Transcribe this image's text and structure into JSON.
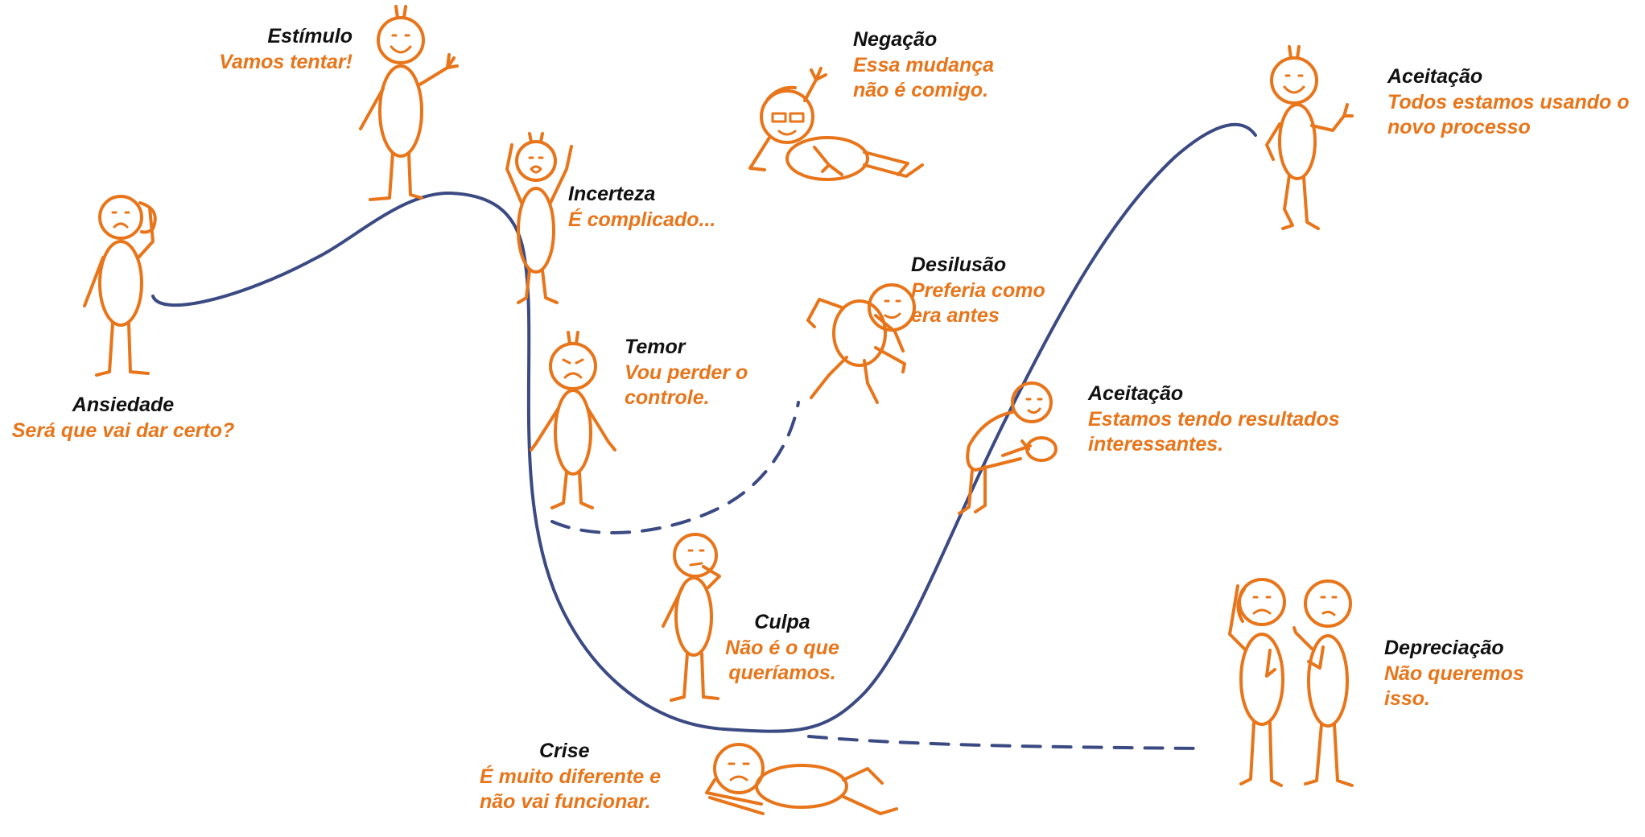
{
  "colors": {
    "curve": "#3b4a82",
    "figure": "#e8751a",
    "title_text": "#111111",
    "quote_text": "#e8751a",
    "background": "#ffffff"
  },
  "stages": {
    "ansiedade": {
      "title": "Ansiedade",
      "quote": "Será que vai dar certo?"
    },
    "estimulo": {
      "title": "Estímulo",
      "quote": "Vamos tentar!"
    },
    "incerteza": {
      "title": "Incerteza",
      "quote": "É complicado..."
    },
    "negacao": {
      "title": "Negação",
      "quote_line1": "Essa mudança",
      "quote_line2": "não é comigo."
    },
    "temor": {
      "title": "Temor",
      "quote_line1": "Vou perder o",
      "quote_line2": "controle."
    },
    "desilusao": {
      "title": "Desilusão",
      "quote_line1": "Preferia como",
      "quote_line2": "era antes"
    },
    "aceitacao_top": {
      "title": "Aceitação",
      "quote_line1": "Todos estamos usando o",
      "quote_line2": "novo processo"
    },
    "aceitacao_mid": {
      "title": "Aceitação",
      "quote_line1": "Estamos tendo resultados",
      "quote_line2": "interessantes."
    },
    "culpa": {
      "title": "Culpa",
      "quote_line1": "Não é o que",
      "quote_line2": "queríamos."
    },
    "crise": {
      "title": "Crise",
      "quote_line1": "É muito diferente e",
      "quote_line2": "não vai funcionar."
    },
    "depreciacao": {
      "title": "Depreciação",
      "quote_line1": "Não queremos",
      "quote_line2": "isso."
    }
  }
}
